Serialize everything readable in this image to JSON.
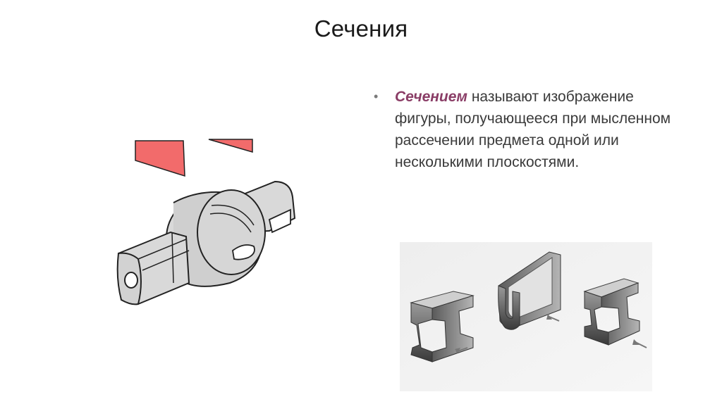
{
  "slide": {
    "title": "Сечения",
    "bullet": {
      "term": "Сечением",
      "text": " называют изображение фигуры, получающееся при мысленном рассечении предмета одной или несколькими плоскостями."
    }
  },
  "colors": {
    "term": "#8a3d66",
    "section_planes": "#f26b6b",
    "part_fill": "#d9d9d9",
    "outline": "#222222"
  },
  "icons": {
    "bullet": "bullet-dot-icon"
  }
}
